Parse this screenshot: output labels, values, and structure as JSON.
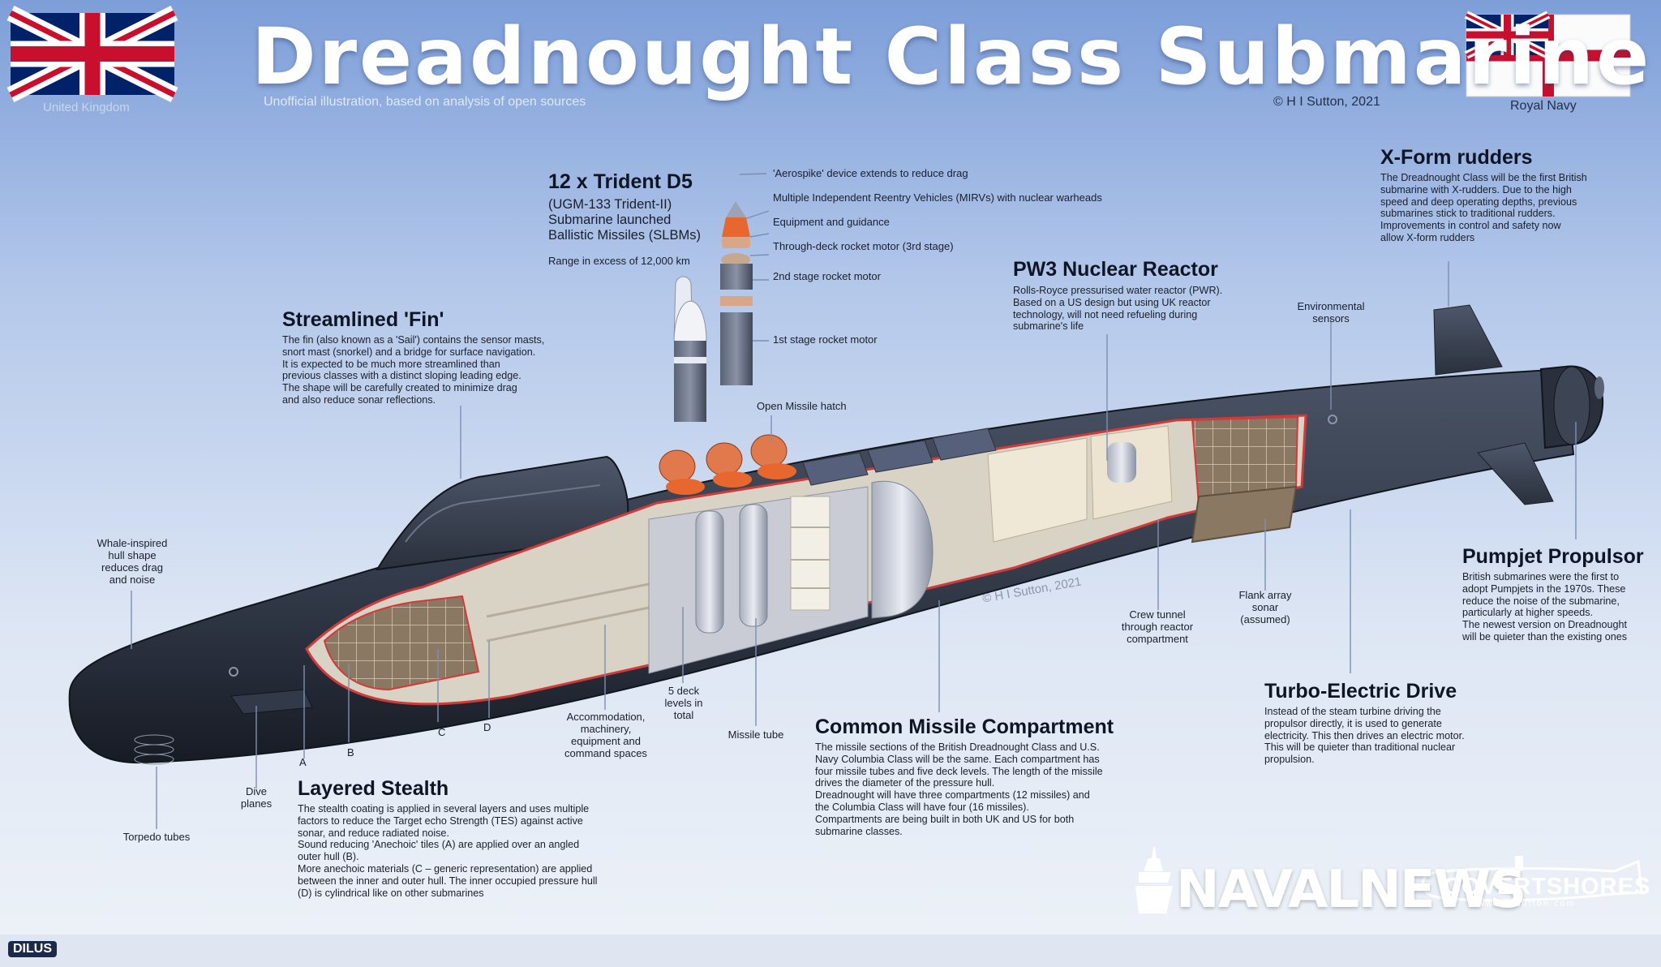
{
  "header": {
    "title": "Dreadnought Class Submarine",
    "subtitle": "Unofficial illustration, based on analysis of open sources",
    "credit": "© H I Sutton, 2021",
    "uk_label": "United Kingdom",
    "rn_label": "Royal Navy"
  },
  "trident": {
    "title": "12 x Trident D5",
    "desc": "(UGM-133 Trident-II)\nSubmarine launched\nBallistic Missiles (SLBMs)",
    "range": "Range in excess of 12,000 km",
    "parts": [
      "'Aerospike' device extends to reduce drag",
      "Multiple Independent Reentry Vehicles (MIRVs) with nuclear warheads",
      "Equipment and guidance",
      "Through-deck rocket motor (3rd stage)",
      "2nd stage rocket motor",
      "1st stage rocket motor"
    ],
    "hatch": "Open Missile hatch"
  },
  "fin": {
    "title": "Streamlined 'Fin'",
    "text": "The fin (also known as a 'Sail') contains the sensor masts,\nsnort mast (snorkel) and a bridge for surface navigation.\nIt is expected to be much more streamlined than\nprevious classes with a distinct sloping leading edge.\nThe shape will be carefully created to minimize drag\nand also reduce sonar reflections."
  },
  "reactor": {
    "title": "PW3 Nuclear Reactor",
    "text": "Rolls-Royce pressurised water reactor (PWR).\nBased on a US design but using UK reactor\ntechnology, will not need refueling during\nsubmarine's life"
  },
  "rudders": {
    "title": "X-Form rudders",
    "text": "The Dreadnought Class will be the first British\nsubmarine with X-rudders. Due to the high\nspeed and deep operating depths, previous\nsubmarines stick to traditional rudders.\nImprovements in control and safety now\nallow X-form rudders"
  },
  "pumpjet": {
    "title": "Pumpjet Propulsor",
    "text": "British submarines were the first to\nadopt Pumpjets in the 1970s. These\nreduce the noise of the submarine,\nparticularly at higher speeds.\nThe newest version on Dreadnought\nwill be quieter than the existing ones"
  },
  "turbo": {
    "title": "Turbo-Electric Drive",
    "text": "Instead of the steam turbine driving the\npropulsor directly, it is used to generate\nelectricity. This then drives an electric motor.\nThis will be quieter than traditional nuclear\npropulsion."
  },
  "cmc": {
    "title": "Common Missile Compartment",
    "text": "The missile sections of the British Dreadnought Class and U.S.\nNavy Columbia Class will be the same. Each compartment has\nfour missile tubes and five deck levels. The length of the missile\ndrives the diameter of the pressure hull.\nDreadnought will have three compartments (12 missiles) and\nthe Columbia Class will have four (16 missiles).\nCompartments are being built in both UK and US for both\nsubmarine classes."
  },
  "stealth": {
    "title": "Layered Stealth",
    "text": "The stealth coating is applied in several layers and uses multiple\nfactors to reduce the Target echo Strength (TES) against active\nsonar, and reduce radiated noise.\nSound reducing 'Anechoic' tiles (A) are applied over an angled\nouter hull (B).\nMore anechoic materials (C – generic representation) are applied\nbetween the inner and outer hull. The inner occupied pressure hull\n(D) is cylindrical like on other submarines"
  },
  "labels": {
    "whale": "Whale-inspired\nhull shape\nreduces drag\nand noise",
    "torpedo": "Torpedo tubes",
    "dive": "Dive\nplanes",
    "a": "A",
    "b": "B",
    "c": "C",
    "d": "D",
    "accommodation": "Accommodation,\nmachinery,\nequipment and\ncommand spaces",
    "decks": "5 deck\nlevels in\ntotal",
    "tube": "Missile tube",
    "env": "Environmental\nsensors",
    "crew": "Crew tunnel\nthrough reactor\ncompartment",
    "flank": "Flank array\nsonar\n(assumed)",
    "watermark": "© H I Sutton, 2021"
  },
  "logos": {
    "navalnews": "NAVALNEWS",
    "covertshores": "COVERTSHORES",
    "covertshores_web": "www.hisutton.com",
    "corner": "DILUS"
  },
  "colors": {
    "hull": "#3b4454",
    "hull_dark": "#1c212b",
    "cutaway_edge": "#d23a3a",
    "tile": "#8a7760",
    "missile_orange": "#e7672e",
    "union_blue": "#012169",
    "union_red": "#c8102e"
  }
}
